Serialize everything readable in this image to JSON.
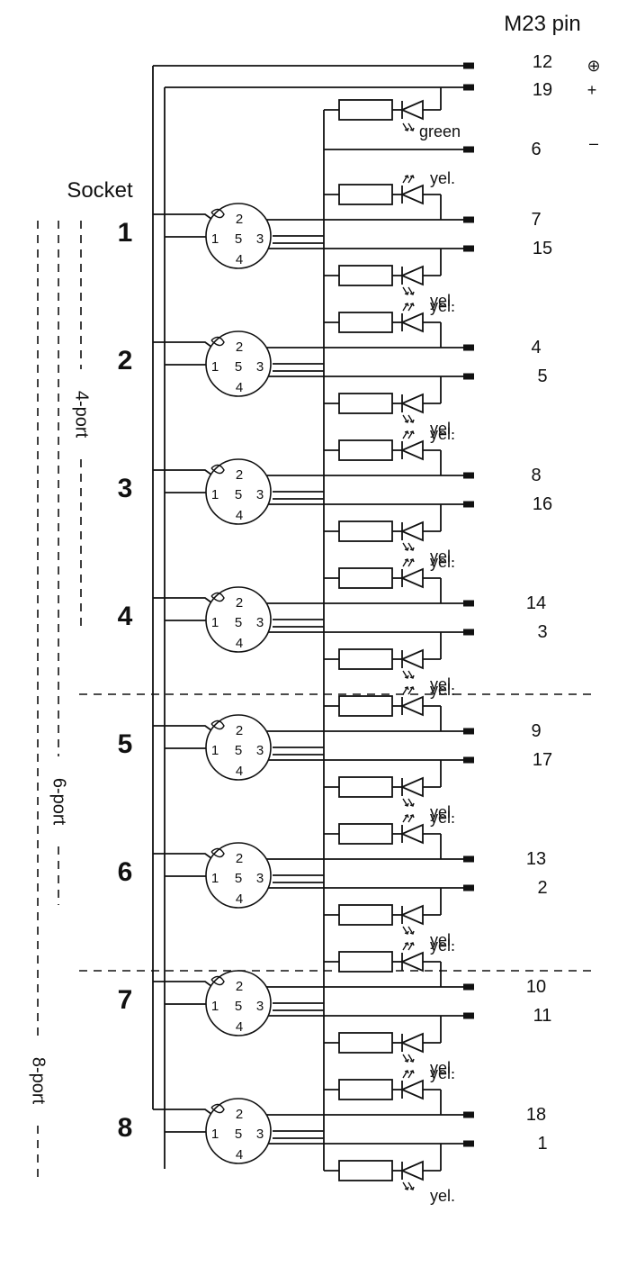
{
  "header": {
    "title": "M23 pin"
  },
  "socket_heading": "Socket",
  "supply_pins": [
    {
      "pin": "12",
      "symbol": "⊕",
      "icon": "protective-earth-icon"
    },
    {
      "pin": "19",
      "symbol": "+"
    },
    {
      "pin": "6",
      "symbol": "–"
    }
  ],
  "supply_led_label": "green",
  "socket_contacts": [
    "2",
    "1",
    "5",
    "3",
    "4"
  ],
  "sockets": [
    {
      "number": "1",
      "pins": [
        "7",
        "15"
      ],
      "led": "yel."
    },
    {
      "number": "2",
      "pins": [
        "4",
        "5"
      ],
      "led": "yel."
    },
    {
      "number": "3",
      "pins": [
        "8",
        "16"
      ],
      "led": "yel."
    },
    {
      "number": "4",
      "pins": [
        "14",
        "3"
      ],
      "led": "yel."
    },
    {
      "number": "5",
      "pins": [
        "9",
        "17"
      ],
      "led": "yel."
    },
    {
      "number": "6",
      "pins": [
        "13",
        "2"
      ],
      "led": "yel."
    },
    {
      "number": "7",
      "pins": [
        "10",
        "11"
      ],
      "led": "yel."
    },
    {
      "number": "8",
      "pins": [
        "18",
        "1"
      ],
      "led": "yel."
    }
  ],
  "variants": [
    {
      "label": "4-port"
    },
    {
      "label": "6-port"
    },
    {
      "label": "8-port"
    }
  ]
}
